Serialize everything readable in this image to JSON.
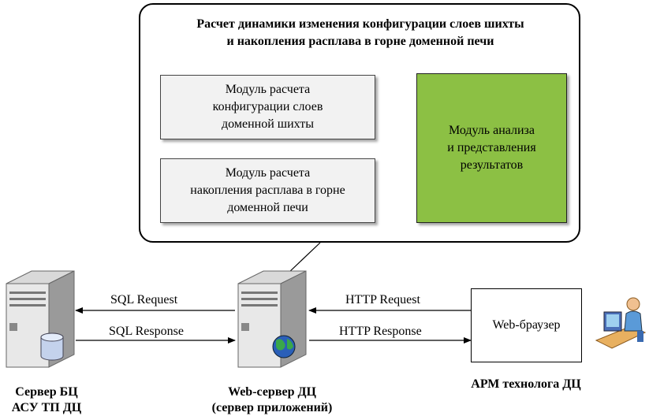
{
  "panel": {
    "title_line1": "Расчет динамики изменения конфигурации слоев шихты",
    "title_line2": "и накопления расплава в горне доменной печи"
  },
  "modules": {
    "config": [
      "Модуль расчета",
      "конфигурации слоев",
      "доменной шихты"
    ],
    "melt": [
      "Модуль расчета",
      "накопления расплава в горне",
      "доменной печи"
    ],
    "analysis": [
      "Модуль анализа",
      "и представления",
      "результатов"
    ]
  },
  "browser": {
    "label": "Web-браузер"
  },
  "arrows": {
    "sql_request": "SQL Request",
    "sql_response": "SQL Response",
    "http_request": "HTTP Request",
    "http_response": "HTTP Response"
  },
  "nodes": {
    "db_server": [
      "Сервер БЦ",
      "АСУ ТП ДЦ"
    ],
    "web_server": [
      "Web-сервер ДЦ",
      "(сервер приложений)"
    ],
    "workstation": [
      "АРМ технолога ДЦ"
    ]
  },
  "colors": {
    "analysis_fill": "#8cc044",
    "module_fill": "#f2f2f2"
  }
}
